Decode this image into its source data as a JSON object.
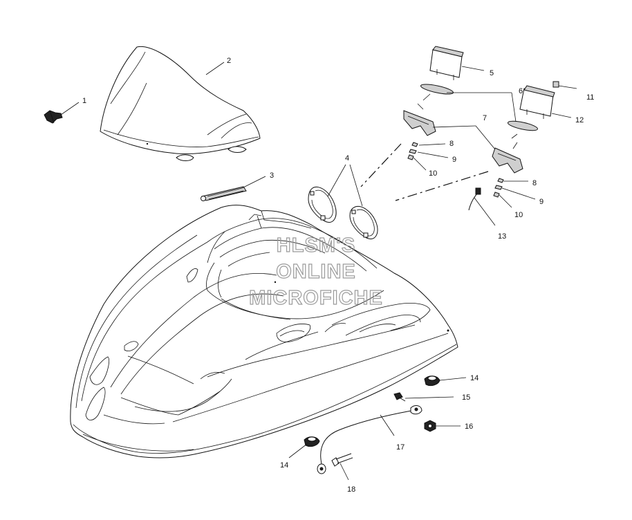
{
  "watermark": {
    "line1": "HLSM'S",
    "line2": "ONLINE",
    "line3": "MICROFICHE"
  },
  "callouts": [
    {
      "id": "1",
      "text": "1"
    },
    {
      "id": "2",
      "text": "2"
    },
    {
      "id": "3",
      "text": "3"
    },
    {
      "id": "4",
      "text": "4"
    },
    {
      "id": "5",
      "text": "5"
    },
    {
      "id": "6",
      "text": "6"
    },
    {
      "id": "7",
      "text": "7"
    },
    {
      "id": "8a",
      "text": "8"
    },
    {
      "id": "9a",
      "text": "9"
    },
    {
      "id": "10a",
      "text": "10"
    },
    {
      "id": "8b",
      "text": "8"
    },
    {
      "id": "9b",
      "text": "9"
    },
    {
      "id": "10b",
      "text": "10"
    },
    {
      "id": "11",
      "text": "11"
    },
    {
      "id": "12",
      "text": "12"
    },
    {
      "id": "13",
      "text": "13"
    },
    {
      "id": "14a",
      "text": "14"
    },
    {
      "id": "15",
      "text": "15"
    },
    {
      "id": "16",
      "text": "16"
    },
    {
      "id": "17",
      "text": "17"
    },
    {
      "id": "14b",
      "text": "14"
    },
    {
      "id": "18",
      "text": "18"
    }
  ]
}
